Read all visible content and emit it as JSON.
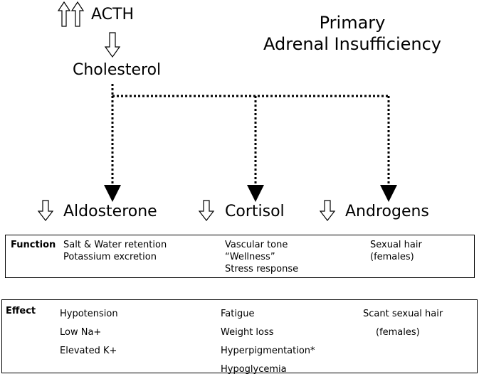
{
  "header": {
    "acth": "ACTH",
    "cholesterol": "Cholesterol",
    "title_line1": "Primary",
    "title_line2": "Adrenal Insufficiency"
  },
  "hormones": {
    "aldosterone": "Aldosterone",
    "cortisol": "Cortisol",
    "androgens": "Androgens"
  },
  "function_table": {
    "label": "Function",
    "aldosterone": [
      "Salt & Water retention",
      "Potassium excretion"
    ],
    "cortisol": [
      "Vascular tone",
      "“Wellness”",
      "Stress response"
    ],
    "androgens": [
      "Sexual hair",
      "(females)"
    ]
  },
  "effect_table": {
    "label": "Effect",
    "aldosterone": [
      "Hypotension",
      "Low Na+",
      "Elevated K+"
    ],
    "cortisol": [
      "Fatigue",
      "Weight loss",
      "Hyperpigmentation*",
      "Hypoglycemia"
    ],
    "androgens": [
      "Scant sexual hair",
      "(females)"
    ]
  },
  "colors": {
    "ink": "#000000",
    "background": "#ffffff"
  }
}
